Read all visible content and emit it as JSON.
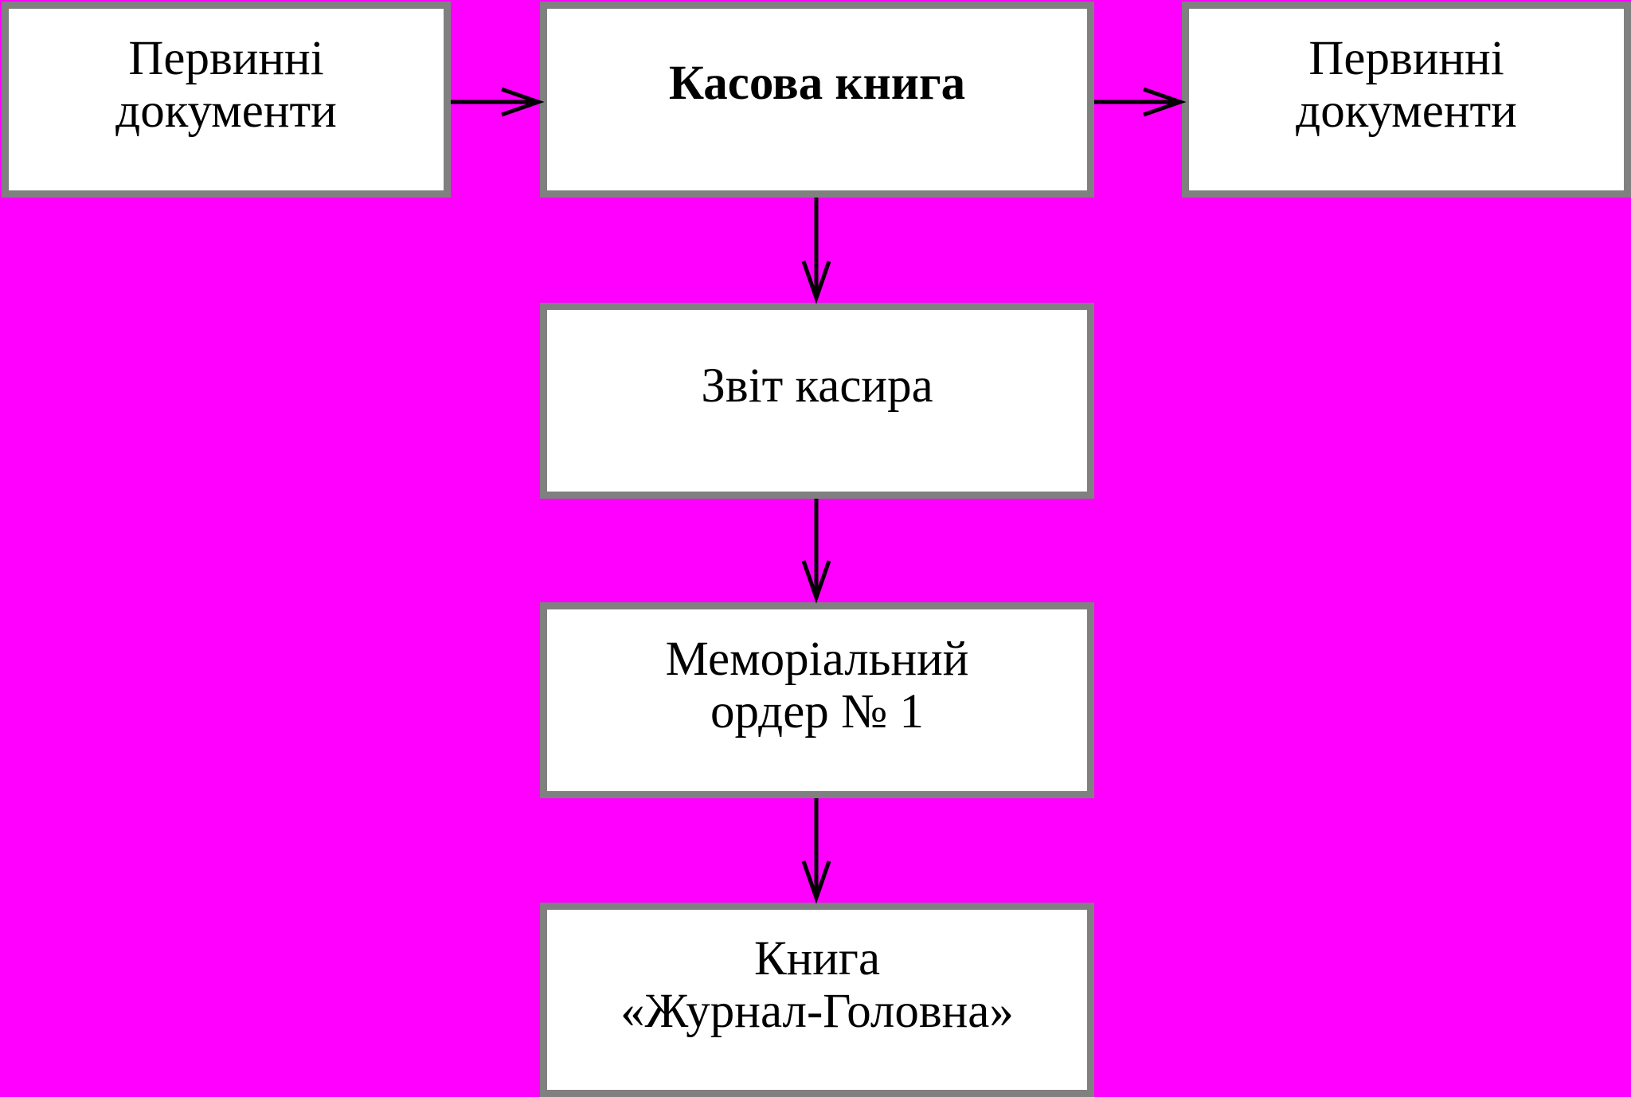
{
  "diagram": {
    "background_color": "#ff00ff",
    "box_fill": "#ffffff",
    "box_border_color": "#808080",
    "arrow_color": "#000000",
    "nodes": {
      "left_docs": "Первинні\nдокументи",
      "kasova_knyha": "Касова книга",
      "right_docs": "Первинні\nдокументи",
      "zvit_kasyra": "Звіт касира",
      "memorialnyi_order": "Меморіальний\nордер № 1",
      "knyha_zhurnal": "Книга\n«Журнал-Головна»"
    },
    "edges": [
      {
        "from": "left_docs",
        "to": "kasova_knyha"
      },
      {
        "from": "kasova_knyha",
        "to": "right_docs"
      },
      {
        "from": "kasova_knyha",
        "to": "zvit_kasyra"
      },
      {
        "from": "zvit_kasyra",
        "to": "memorialnyi_order"
      },
      {
        "from": "memorialnyi_order",
        "to": "knyha_zhurnal"
      }
    ]
  }
}
